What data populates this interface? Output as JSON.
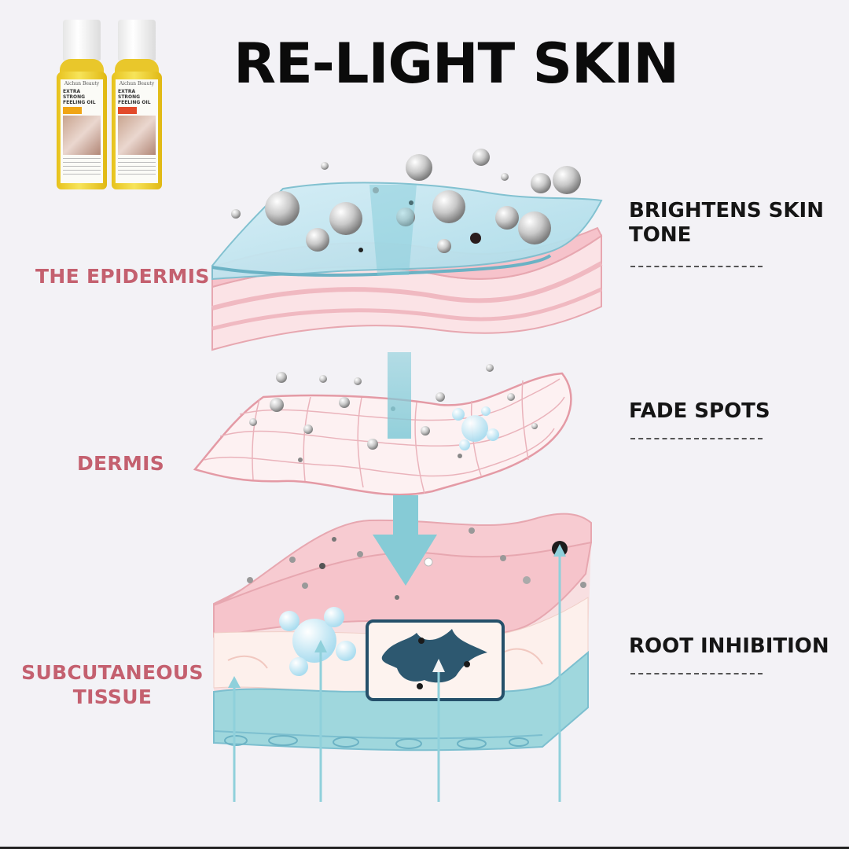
{
  "title": "RE-LIGHT SKIN",
  "layers": {
    "epidermis": "THE EPIDERMIS",
    "dermis": "DERMIS",
    "subcutaneous_line1": "SUBCUTANEOUS",
    "subcutaneous_line2": "TISSUE"
  },
  "benefits": {
    "brightens_line1": "BRIGHTENS SKIN",
    "brightens_line2": "TONE",
    "fade": "FADE SPOTS",
    "root": "ROOT INHIBITION"
  },
  "product": {
    "brand": "Aichun Beauty",
    "name_line1": "EXTRA STRONG",
    "name_line2": "FEELING OIL"
  },
  "colors": {
    "layer_label": "#c4606f",
    "skin_pink": "#f6c9cf",
    "aqua": "#8fd3dc",
    "title": "#0b0b0b"
  }
}
